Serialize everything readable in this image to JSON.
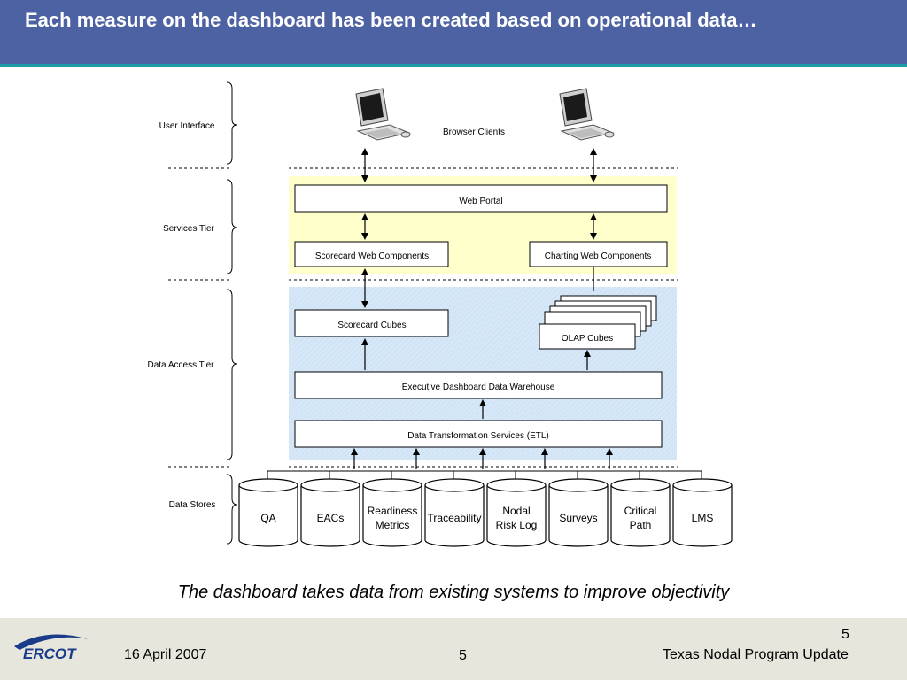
{
  "slide": {
    "title": "Each measure on the dashboard has been created based on operational data…",
    "caption": "The dashboard takes data from existing systems to improve objectivity"
  },
  "diagram": {
    "tiers": [
      "User Interface",
      "Services Tier",
      "Data Access Tier",
      "Data Stores"
    ],
    "browser_clients": "Browser Clients",
    "web_portal": "Web Portal",
    "scorecard_web_components": "Scorecard Web Components",
    "charting_web_components": "Charting Web Components",
    "scorecard_cubes": "Scorecard Cubes",
    "olap_cubes": "OLAP Cubes",
    "executive_dashboard_dw": "Executive Dashboard Data Warehouse",
    "data_transformation": "Data Transformation Services (ETL)",
    "data_stores": [
      [
        "QA"
      ],
      [
        "EACs"
      ],
      [
        "Readiness",
        "Metrics"
      ],
      [
        "Traceability"
      ],
      [
        "Nodal",
        "Risk Log"
      ],
      [
        "Surveys"
      ],
      [
        "Critical",
        "Path"
      ],
      [
        "LMS"
      ]
    ],
    "colors": {
      "services_bg": "#ffffcc",
      "data_access_bg": "#d6e8f8",
      "header_bg": "#4d62a3",
      "header_accent": "#1c9aa6",
      "footer_bg": "#e6e6dc",
      "logo_blue": "#1a3a8a"
    }
  },
  "footer": {
    "logo_text": "ERCOT",
    "date": "16 April 2007",
    "page": "5",
    "page_number_top": "5",
    "program": "Texas Nodal Program Update"
  }
}
